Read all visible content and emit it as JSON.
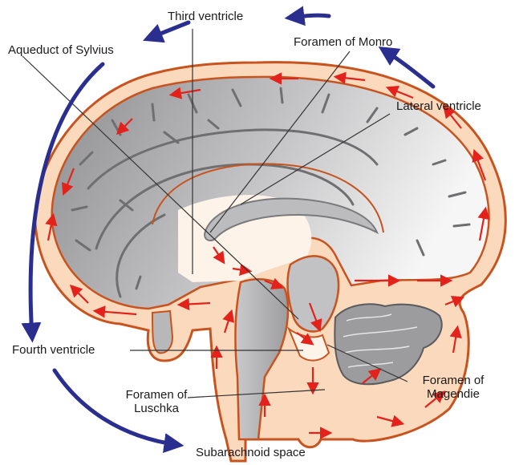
{
  "labels": {
    "third_ventricle": "Third ventricle",
    "foramen_of_monro": "Foramen of Monro",
    "aqueduct_of_sylvius": "Aqueduct of Sylvius",
    "lateral_ventricle": "Lateral ventricle",
    "fourth_ventricle": "Fourth ventricle",
    "foramen_of_luschka_line1": "Foramen of",
    "foramen_of_luschka_line2": "Luschka",
    "foramen_of_magendie_line1": "Foramen of",
    "foramen_of_magendie_line2": "Magendie",
    "subarachnoid_space": "Subarachnoid space"
  },
  "colors": {
    "csf_space": "#fbd9bd",
    "csf_outline": "#c8531e",
    "brain_tissue": "#b9b9bb",
    "brain_light": "#f4f4f4",
    "ventricle": "#ffffff",
    "flow_arrow": "#e3221b",
    "circulation_arrow": "#2a2f8f",
    "leader_line": "#333333"
  }
}
